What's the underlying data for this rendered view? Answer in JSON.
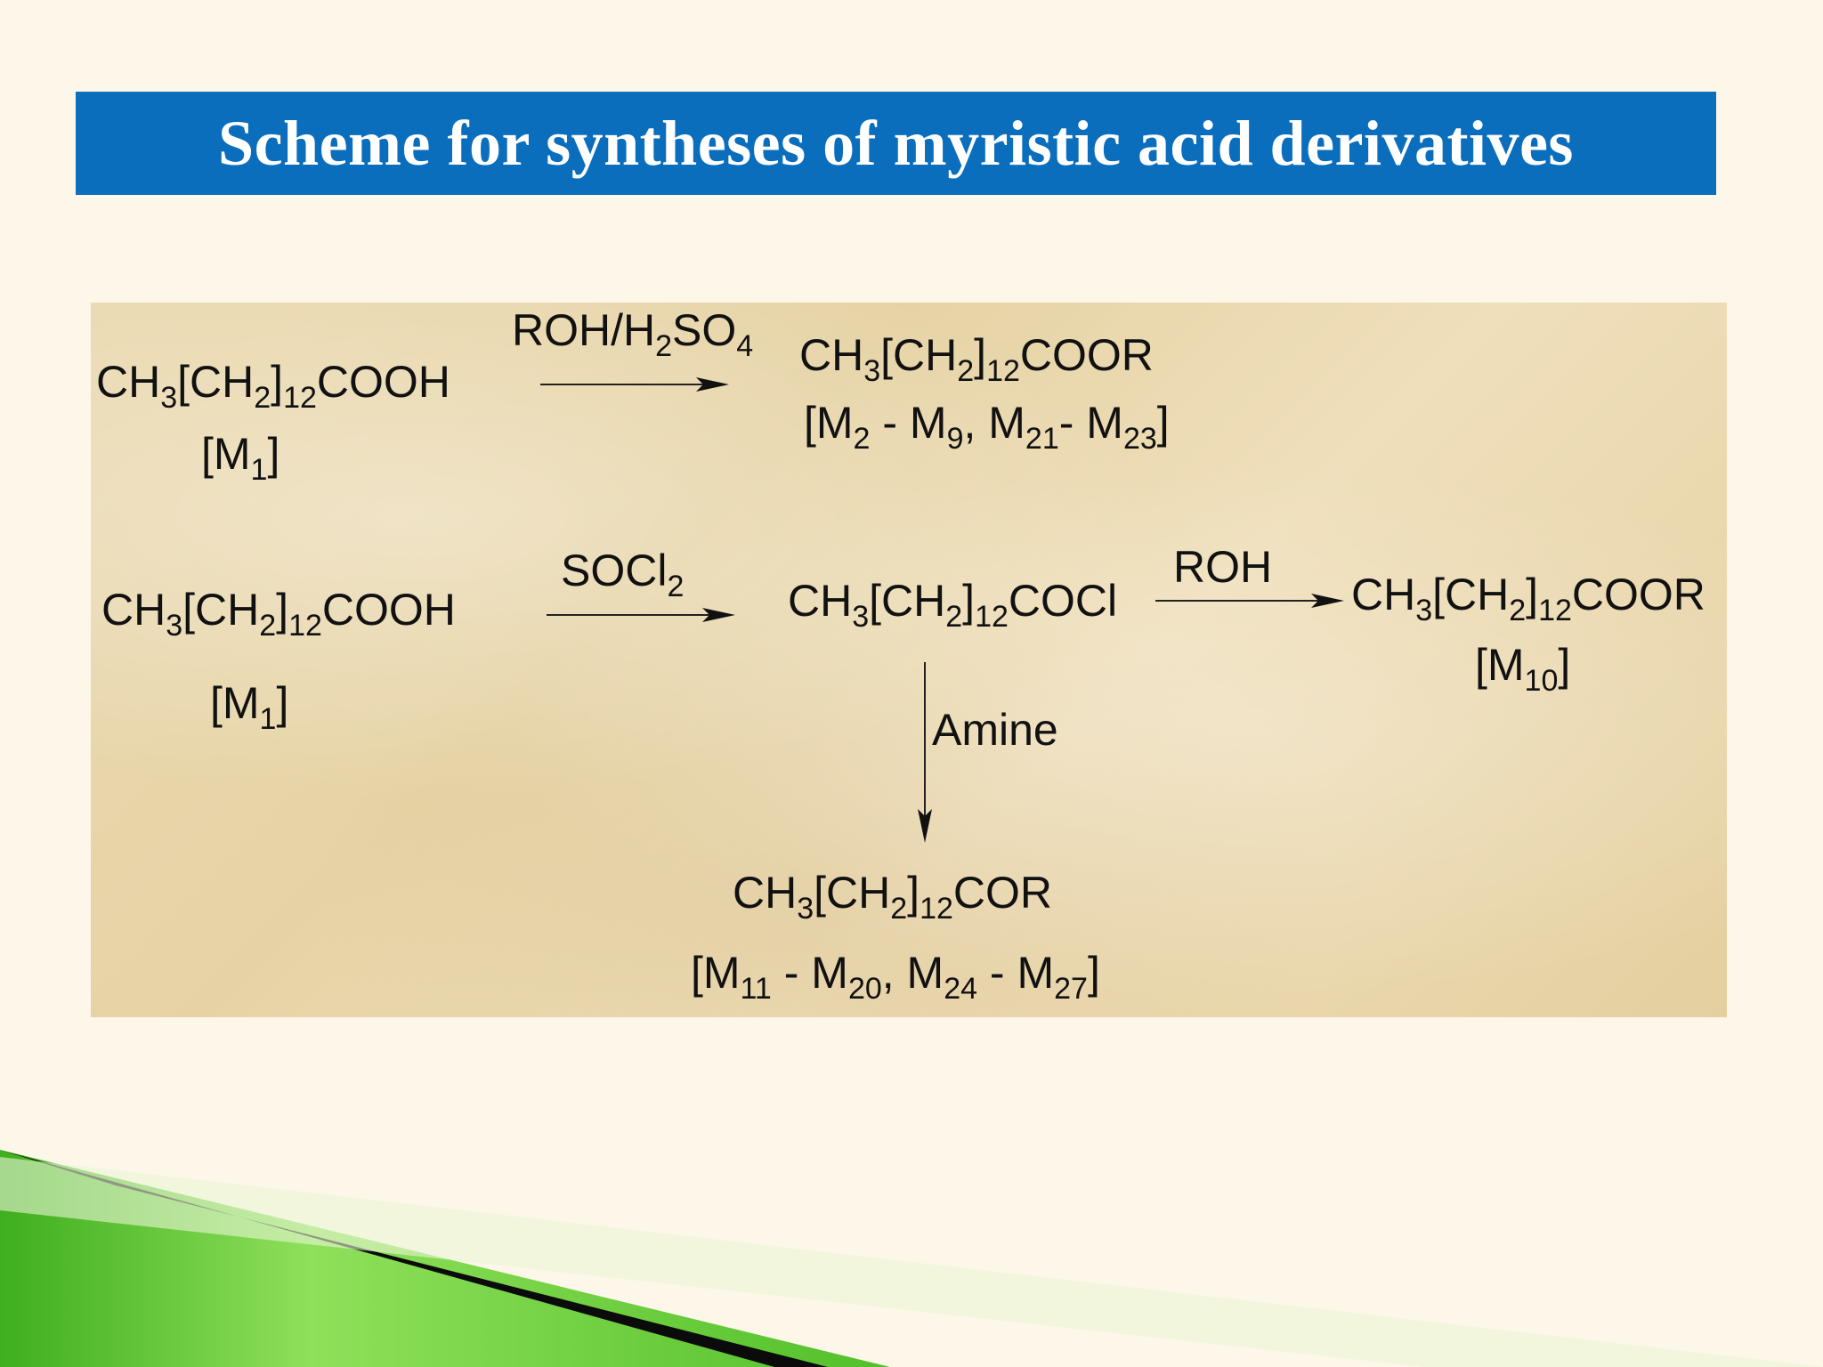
{
  "title": "Scheme for syntheses of myristic acid derivatives",
  "scheme": {
    "r1": {
      "reactant": {
        "formula": [
          "CH",
          "3",
          "[CH",
          "2",
          "]",
          "12",
          "COOH"
        ],
        "label": [
          "[M",
          "1",
          "]"
        ]
      },
      "reagent": [
        "ROH/H",
        "2",
        "SO",
        "4"
      ],
      "product": {
        "formula": [
          "CH",
          "3",
          "[CH",
          "2",
          "]",
          "12",
          "COOR"
        ],
        "label": [
          "[M",
          "2",
          " - M",
          "9",
          ", M",
          "21",
          "- M",
          "23",
          "]"
        ]
      }
    },
    "r2": {
      "reactant": {
        "formula": [
          "CH",
          "3",
          "[CH",
          "2",
          "]",
          "12",
          "COOH"
        ],
        "label": [
          "[M",
          "1",
          "]"
        ]
      },
      "reagent": [
        "SOCl",
        "2"
      ],
      "intermediate": [
        "CH",
        "3",
        "[CH",
        "2",
        "]",
        "12",
        "COCl"
      ],
      "reagent2": "ROH",
      "product": {
        "formula": [
          "CH",
          "3",
          "[CH",
          "2",
          "]",
          "12",
          "COOR"
        ],
        "label": [
          "[M",
          "10",
          "]"
        ]
      },
      "reagent3": "Amine",
      "product2": {
        "formula": [
          "CH",
          "3",
          "[CH",
          "2",
          "]",
          "12",
          "COR"
        ],
        "label": [
          "[M",
          "11",
          " - M",
          "20",
          ", M",
          "24",
          " - M",
          "27",
          "]"
        ]
      }
    }
  },
  "colors": {
    "title_bar": "#0a6ebd",
    "background": "#fdf7e9",
    "accent_green": "#5cc431"
  }
}
